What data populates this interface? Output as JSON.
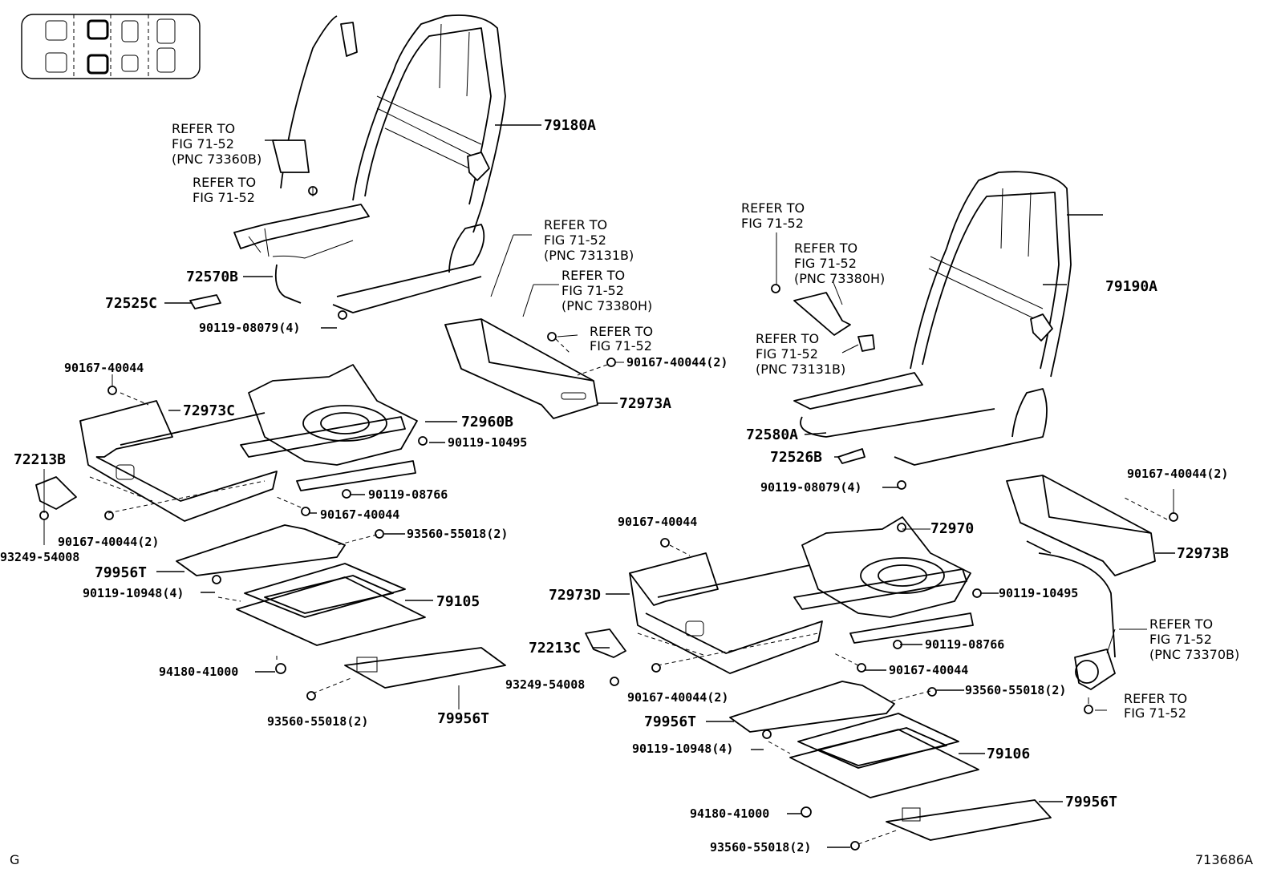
{
  "corner_bottom_left": "G",
  "illustration_number": "713686A",
  "refer_notes": {
    "r1": [
      "REFER TO",
      "FIG 71-52",
      "(PNC 73360B)"
    ],
    "r2": [
      "REFER TO",
      "FIG 71-52"
    ],
    "r3": [
      "REFER TO",
      "FIG 71-52",
      "(PNC 73131B)"
    ],
    "r4": [
      "REFER TO",
      "FIG 71-52",
      "(PNC 73380H)"
    ],
    "r5": [
      "REFER TO",
      "FIG 71-52"
    ],
    "r6": [
      "REFER TO",
      "FIG 71-52"
    ],
    "r7": [
      "REFER TO",
      "FIG 71-52",
      "(PNC 73380H)"
    ],
    "r8": [
      "REFER TO",
      "FIG 71-52",
      "(PNC 73131B)"
    ],
    "r9": [
      "REFER TO",
      "FIG 71-52",
      "(PNC 73370B)"
    ],
    "r10": [
      "REFER TO",
      "FIG 71-52"
    ]
  },
  "parts": {
    "p79180A": "79180A",
    "p72570B": "72570B",
    "p72525C": "72525C",
    "p90119_08079_l": "90119-08079(4)",
    "p90167_40044_a": "90167-40044",
    "p72973C": "72973C",
    "p72960B": "72960B",
    "p90119_10495_l": "90119-10495",
    "p72213B": "72213B",
    "p90119_08766_l": "90119-08766",
    "p90167_40044_b": "90167-40044",
    "p90167_40044_c": "90167-40044(2)",
    "p93560_55018_a": "93560-55018(2)",
    "p93249_54008_l": "93249-54008",
    "p79956T_a": "79956T",
    "p90119_10948_l": "90119-10948(4)",
    "p79105": "79105",
    "p94180_41000_l": "94180-41000",
    "p93560_55018_b": "93560-55018(2)",
    "p79956T_b": "79956T",
    "p72973A": "72973A",
    "p90167_40044_d": "90167-40044(2)",
    "p79190A": "79190A",
    "p72580A": "72580A",
    "p72526B": "72526B",
    "p90119_08079_r": "90119-08079(4)",
    "p90167_40044_e": "90167-40044(2)",
    "p72973B": "72973B",
    "p90167_40044_f": "90167-40044",
    "p72970": "72970",
    "p72973D": "72973D",
    "p90119_10495_r": "90119-10495",
    "p72213C": "72213C",
    "p90119_08766_r": "90119-08766",
    "p90167_40044_g": "90167-40044",
    "p93249_54008_r": "93249-54008",
    "p90167_40044_h": "90167-40044(2)",
    "p93560_55018_c": "93560-55018(2)",
    "p79956T_c": "79956T",
    "p90119_10948_r": "90119-10948(4)",
    "p79106": "79106",
    "p94180_41000_r": "94180-41000",
    "p79956T_d": "79956T",
    "p93560_55018_d": "93560-55018(2)"
  }
}
